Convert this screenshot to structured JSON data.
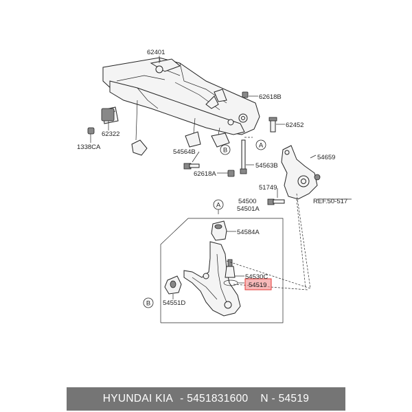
{
  "labels": {
    "p62401": "62401",
    "p62618B": "62618B",
    "p62452": "62452",
    "p62322": "62322",
    "p1338CA": "1338CA",
    "p54564B": "54564B",
    "p62618A": "62618A",
    "p54563B": "54563B",
    "p54659": "54659",
    "p51749": "51749",
    "ref": "REF.50-517",
    "p54500": "54500",
    "p54501A": "54501A",
    "p54584A": "54584A",
    "p54530C": "54530C",
    "p54519": "54519",
    "p54551D": "54551D",
    "markA": "A",
    "markB": "B"
  },
  "highlight_color": "#e53935",
  "footer": {
    "brand": "HYUNDAI  KIA",
    "part_number": "- 5451831600",
    "catalog_ref": "N - 54519"
  }
}
